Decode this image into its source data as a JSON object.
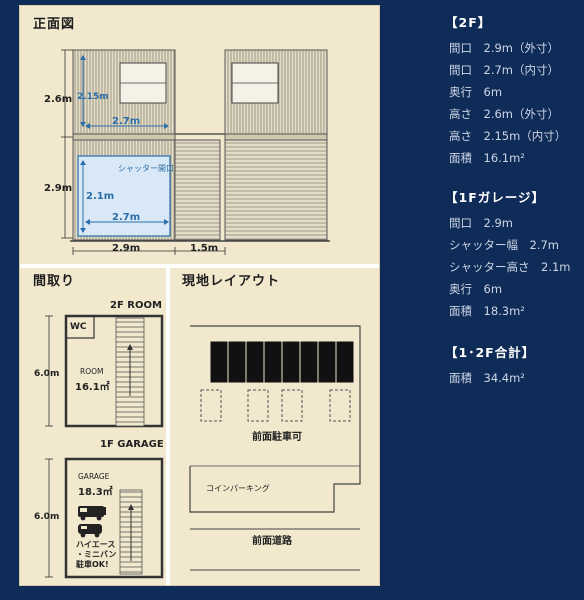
{
  "panels": {
    "front_title": "正面図",
    "floor_title": "間取り",
    "site_title": "現地レイアウト"
  },
  "front": {
    "dim_2f_height": "2.6m",
    "dim_2f_inner_height": "2.15m",
    "dim_2f_inner_width": "2.7m",
    "dim_1f_height": "2.9m",
    "dim_1f_inner_height": "2.1m",
    "dim_1f_inner_width": "2.7m",
    "shutter_label": "シャッター開口",
    "dim_width": "2.9m",
    "dim_stair": "1.5m"
  },
  "floor": {
    "room_2f_label": "2F ROOM",
    "wc": "WC",
    "room_label": "ROOM",
    "room_area": "16.1㎡",
    "dim_2f_depth": "6.0m",
    "garage_1f_label": "1F GARAGE",
    "garage_label": "GARAGE",
    "garage_area": "18.3㎡",
    "dim_1f_depth": "6.0m",
    "parking_note_1": "ハイエース",
    "parking_note_2": "・ミニバン",
    "parking_note_3": "駐車OK!"
  },
  "site": {
    "front_parking": "前面駐車可",
    "coin_parking": "コインパーキング",
    "front_road": "前面道路"
  },
  "info": {
    "s2f": {
      "heading": "【2F】",
      "rows": [
        "間口　2.9m（外寸）",
        "間口　2.7m（内寸）",
        "奥行　6m",
        "高さ　2.6m（外寸）",
        "高さ　2.15m（内寸）",
        "面積　16.1m²"
      ]
    },
    "s1f": {
      "heading": "【1Fガレージ】",
      "rows": [
        "間口　2.9m",
        "シャッター幅　2.7m",
        "シャッター高さ　2.1m",
        "奥行　6m",
        "面積　18.3m²"
      ]
    },
    "total": {
      "heading": "【1･2F合計】",
      "rows": [
        "面積　34.4m²"
      ]
    }
  }
}
